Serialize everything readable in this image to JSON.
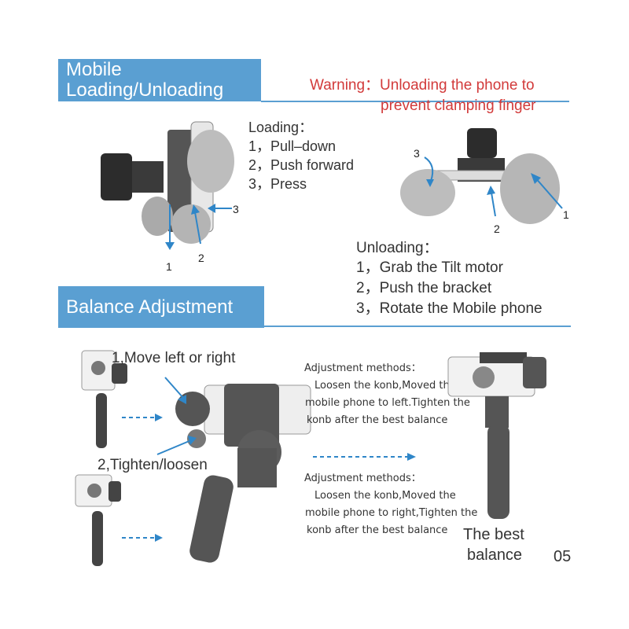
{
  "header1": {
    "line1": "Mobile",
    "line2": "Loading/Unloading"
  },
  "warning": {
    "line1": "Warning：Unloading  the phone to",
    "line2": "prevent clamping finger"
  },
  "loading": {
    "title": "Loading：",
    "steps": [
      "1，Pull–down",
      "2，Push forward",
      "3，Press"
    ]
  },
  "loading_callouts": {
    "n1": "1",
    "n2": "2",
    "n3": "3"
  },
  "unloading_callouts": {
    "n1": "1",
    "n2": "2",
    "n3": "3"
  },
  "unloading": {
    "title": "Unloading：",
    "steps": [
      "1，Grab the Tilt motor",
      "2，Push the bracket",
      "3，Rotate the Mobile  phone"
    ]
  },
  "header2": {
    "title": "Balance Adjustment"
  },
  "balance": {
    "label1": "1,Move left or right",
    "label2": "2,Tighten/loosen",
    "method1": {
      "title": "Adjustment methods：",
      "lines": [
        "Loosen the konb,Moved the",
        "mobile phone to left.Tighten the",
        "konb after the best balance"
      ]
    },
    "method2": {
      "title": "Adjustment methods：",
      "lines": [
        "Loosen the konb,Moved the",
        "mobile phone to right,Tighten the",
        "konb after the best balance"
      ]
    },
    "best_line1": "The best",
    "best_line2": "balance",
    "page_number": "05"
  },
  "colors": {
    "accent": "#5a9fd2",
    "warning": "#d23a3a",
    "arrow": "#2f86c8"
  }
}
